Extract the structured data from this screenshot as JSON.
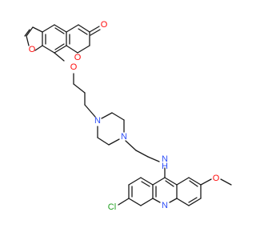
{
  "molecule": {
    "atoms": {
      "carbonyl_O": {
        "text": "O",
        "color": "#ff0d0d"
      },
      "ring_O": {
        "text": "O",
        "color": "#ff0d0d"
      },
      "furan_O": {
        "text": "O",
        "color": "#ff0d0d"
      },
      "ether_O": {
        "text": "O",
        "color": "#ff0d0d"
      },
      "pip_N1": {
        "text": "N",
        "color": "#3050f8"
      },
      "pip_N2": {
        "text": "N",
        "color": "#3050f8"
      },
      "amine_N": {
        "text": "N",
        "color": "#3050f8"
      },
      "amine_H": {
        "text": "H",
        "color": "#3050f8"
      },
      "acridine_N": {
        "text": "N",
        "color": "#3050f8"
      },
      "methoxy_O": {
        "text": "O",
        "color": "#ff0d0d"
      },
      "chlorine": {
        "text": "Cl",
        "color": "#1fa01f"
      }
    }
  }
}
